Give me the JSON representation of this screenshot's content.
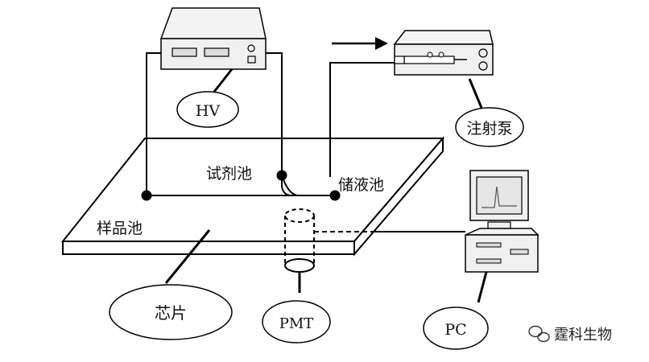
{
  "labels": {
    "hv": "HV",
    "syringe_pump": "注射泵",
    "reagent_well": "试剂池",
    "reservoir_well": "储液池",
    "sample_well": "样品池",
    "chip": "芯片",
    "pmt": "PMT",
    "pc": "PC"
  },
  "watermark": {
    "text": "霆科生物",
    "icon": "wechat-icon"
  }
}
